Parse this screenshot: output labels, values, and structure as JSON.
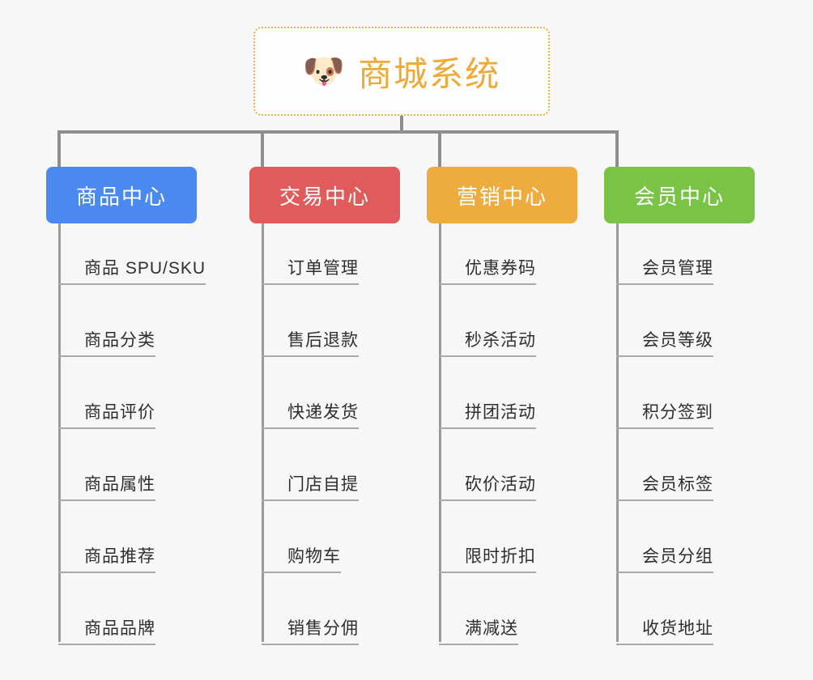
{
  "page": {
    "background_color": "#f7f7f7",
    "line_color": "#8e8e8e",
    "leaf_line_color": "#a9a9a9",
    "leaf_text_color": "#2e2e2e"
  },
  "root": {
    "title": "商城系统",
    "icon": "dog-face-emoji",
    "icon_glyph": "🐶",
    "text_color": "#edaa37",
    "border_color": "#f0b040",
    "background_color": "#fefefe"
  },
  "branches": [
    {
      "label": "商品中心",
      "color": "#4a89f0",
      "items": [
        "商品 SPU/SKU",
        "商品分类",
        "商品评价",
        "商品属性",
        "商品推荐",
        "商品品牌"
      ]
    },
    {
      "label": "交易中心",
      "color": "#e05c5c",
      "items": [
        "订单管理",
        "售后退款",
        "快递发货",
        "门店自提",
        "购物车",
        "销售分佣"
      ]
    },
    {
      "label": "营销中心",
      "color": "#eeab3e",
      "items": [
        "优惠券码",
        "秒杀活动",
        "拼团活动",
        "砍价活动",
        "限时折扣",
        "满减送"
      ]
    },
    {
      "label": "会员中心",
      "color": "#79c346",
      "items": [
        "会员管理",
        "会员等级",
        "积分签到",
        "会员标签",
        "会员分组",
        "收货地址"
      ]
    }
  ]
}
